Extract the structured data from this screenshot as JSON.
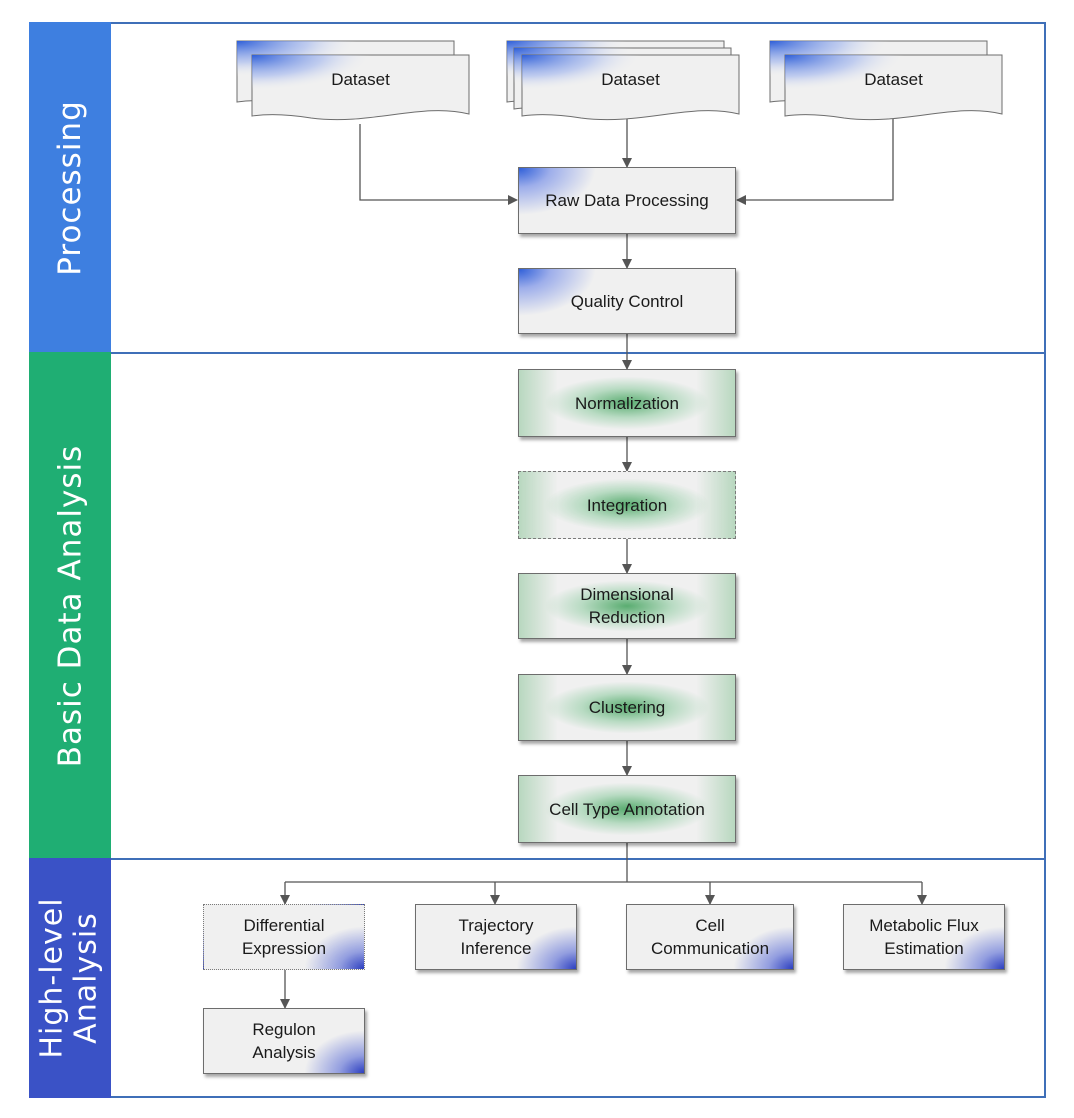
{
  "sections": {
    "processing": {
      "label": "Processing",
      "color": "#3e7fe0"
    },
    "basic": {
      "label": "Basic Data Analysis",
      "color": "#1fae73"
    },
    "high": {
      "label_line1": "High-level",
      "label_line2": "Analysis",
      "color": "#3a52c6"
    }
  },
  "nodes": {
    "dataset_1": "Dataset",
    "dataset_2": "Dataset",
    "dataset_3": "Dataset",
    "raw_data_processing": "Raw Data Processing",
    "quality_control": "Quality Control",
    "normalization": "Normalization",
    "integration": "Integration",
    "dimensional_reduction_line1": "Dimensional",
    "dimensional_reduction_line2": "Reduction",
    "clustering": "Clustering",
    "cell_type_annotation": "Cell Type Annotation",
    "differential_expression_line1": "Differential",
    "differential_expression_line2": "Expression",
    "trajectory_inference_line1": "Trajectory",
    "trajectory_inference_line2": "Inference",
    "cell_communication_line1": "Cell",
    "cell_communication_line2": "Communication",
    "metabolic_flux_line1": "Metabolic Flux",
    "metabolic_flux_line2": "Estimation",
    "regulon_analysis_line1": "Regulon",
    "regulon_analysis_line2": "Analysis"
  },
  "colors": {
    "frame": "#3f6fb8",
    "node_fill": "#f0f0f0",
    "arrow": "#555555",
    "doc_blue": "#2f5fd8",
    "green_glow": "#2a9646",
    "corner_blue": "#2c3fc0"
  }
}
